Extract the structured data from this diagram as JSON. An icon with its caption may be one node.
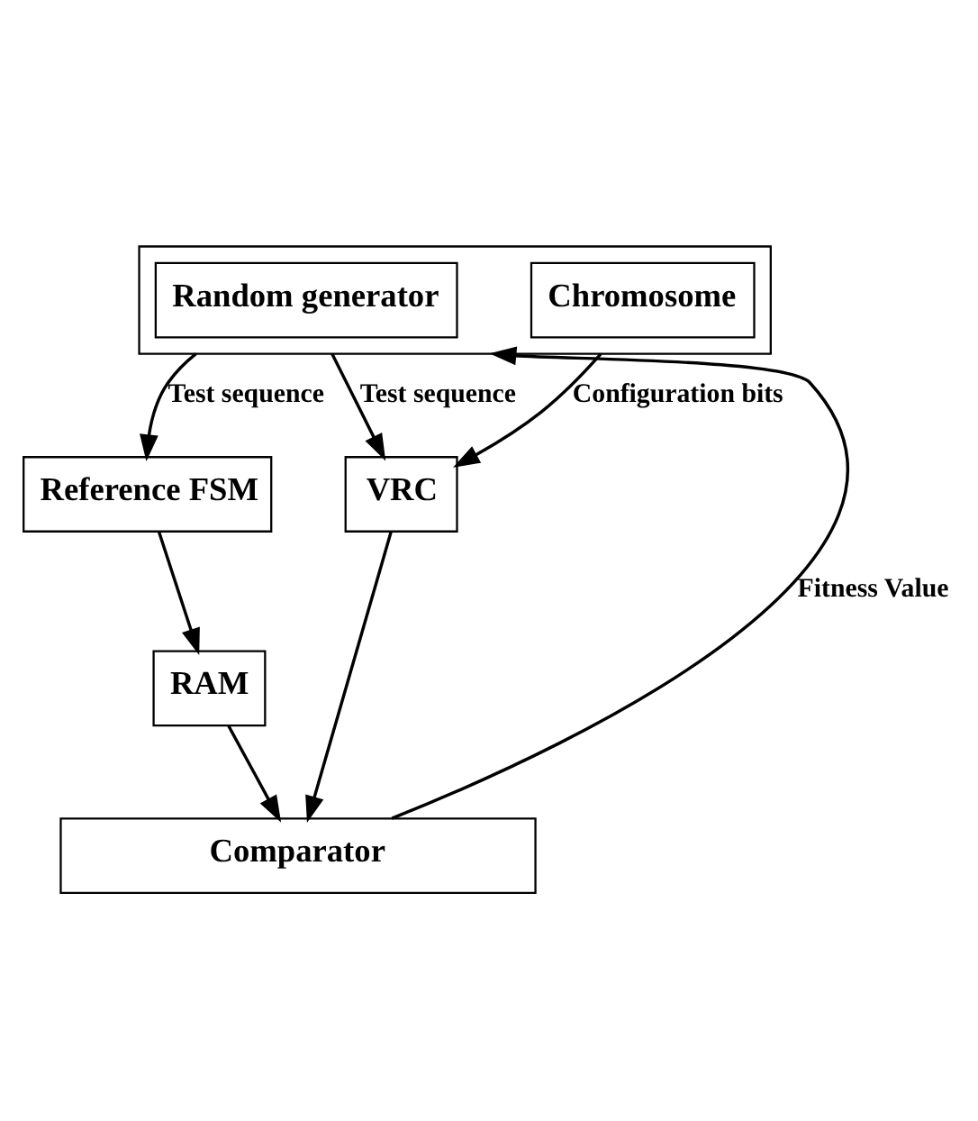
{
  "diagram": {
    "nodes": [
      {
        "text": [],
        "shape": "box"
      },
      {
        "text": [
          "Random generator"
        ],
        "in": 0
      },
      {
        "text": [
          "Chromosome"
        ],
        "in": 0
      },
      {
        "text": [
          "Reference FSM"
        ]
      },
      {
        "text": [
          "VRC"
        ]
      },
      {
        "text": [
          "RAM"
        ]
      },
      {
        "text": [
          "Comparator"
        ]
      }
    ],
    "edges": [
      {
        "from": 0,
        "to": 3,
        "arrow": "to",
        "label": "Test sequence"
      },
      {
        "from": 0,
        "to": 4,
        "arrow": "to",
        "label": "Test sequence"
      },
      {
        "from": 0,
        "to": 4,
        "arrow": "to",
        "label": "Configuration bits"
      },
      {
        "from": 3,
        "to": 5,
        "arrow": "to"
      },
      {
        "from": 5,
        "to": 6,
        "arrow": "to"
      },
      {
        "from": 4,
        "to": 6,
        "arrow": "to"
      },
      {
        "from": 6,
        "to": 0,
        "arrow": "to",
        "label": "Fitness Value"
      }
    ]
  }
}
